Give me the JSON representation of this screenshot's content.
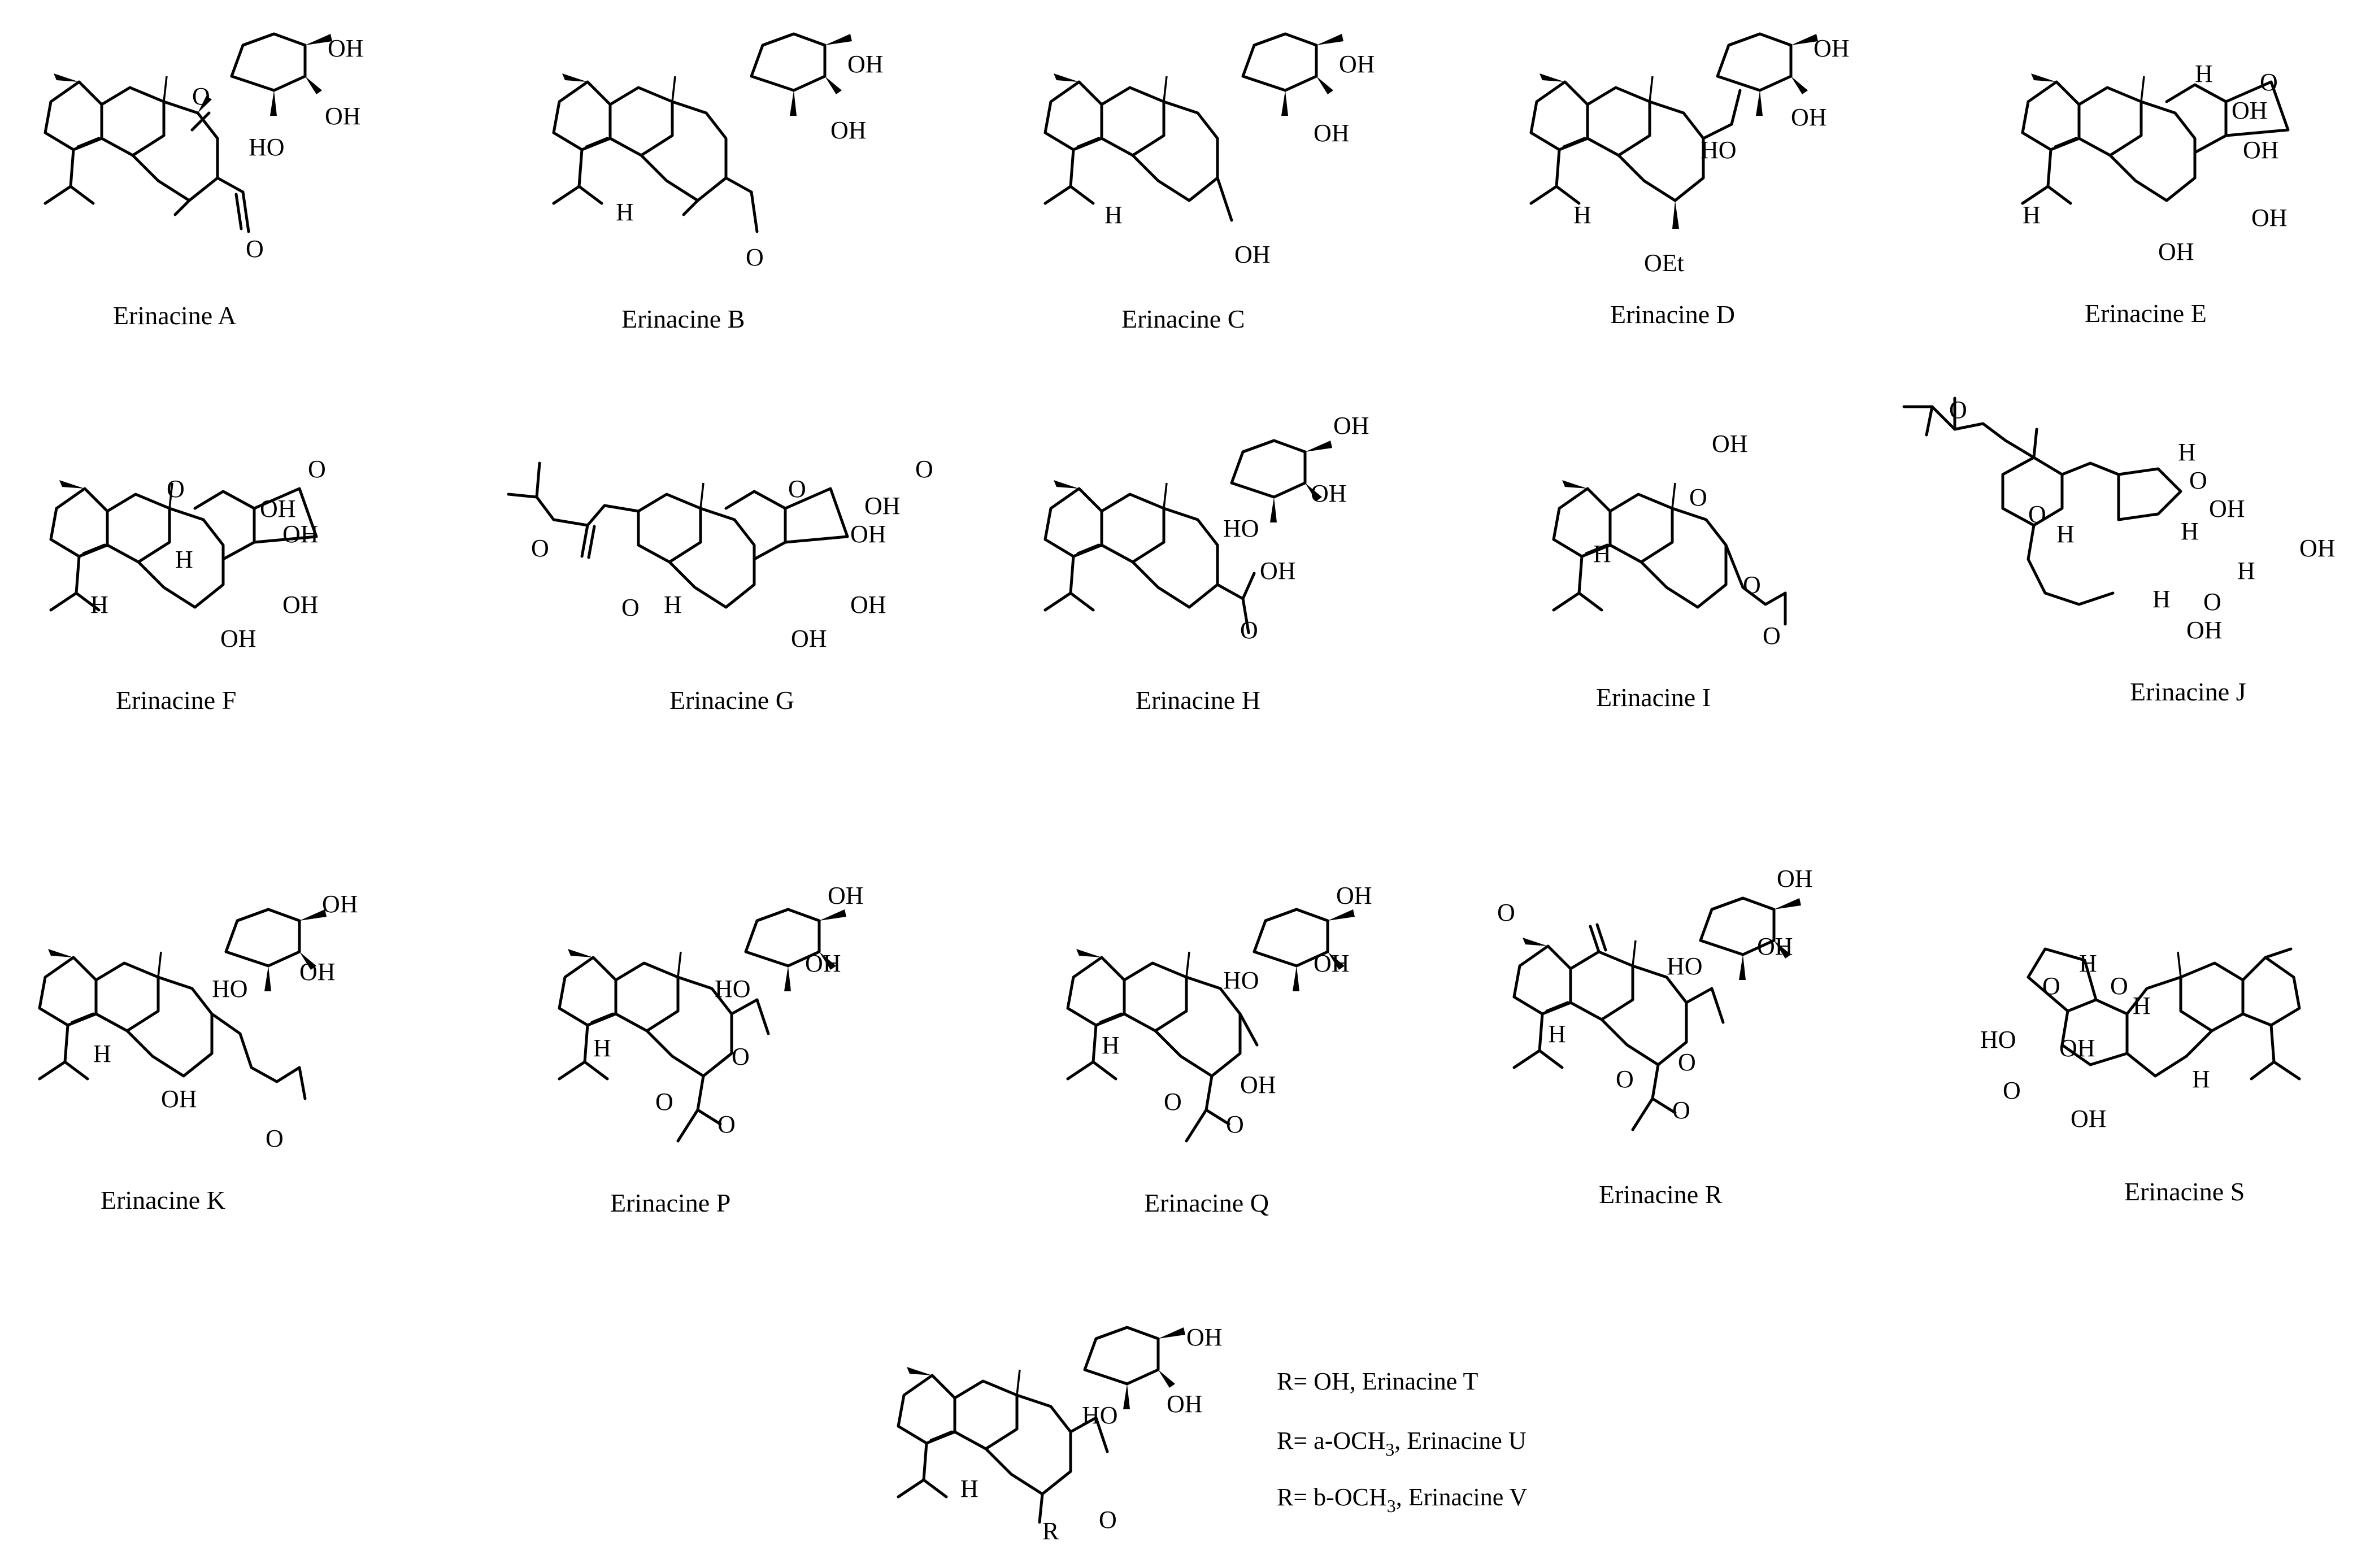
{
  "compounds": [
    {
      "caption": "Erinacine A",
      "ring": "aldehyde-diene",
      "sugar": "xylose"
    },
    {
      "caption": "Erinacine B",
      "ring": "aldehyde",
      "sugar": "xylose-fused"
    },
    {
      "caption": "Erinacine C",
      "ring": "hydroxymethyl",
      "sugar": "xylose-fused"
    },
    {
      "caption": "Erinacine D",
      "ring": "aldehyde-OEt",
      "sugar": "xylose"
    },
    {
      "caption": "Erinacine E",
      "ring": "cage",
      "sugar": "cage"
    },
    {
      "caption": "Erinacine F",
      "ring": "cage",
      "sugar": "cage"
    },
    {
      "caption": "Erinacine G",
      "ring": "cage-sidechain",
      "sugar": "cage"
    },
    {
      "caption": "Erinacine H",
      "ring": "acid",
      "sugar": "xylose"
    },
    {
      "caption": "Erinacine I",
      "ring": "ether-bridge-acetate",
      "sugar": "none"
    },
    {
      "caption": "Erinacine J",
      "ring": "sidechain-cage",
      "sugar": "cage"
    },
    {
      "caption": "Erinacine K",
      "ring": "acetoxymethyl-OH",
      "sugar": "xylose"
    },
    {
      "caption": "Erinacine P",
      "ring": "aldehyde-acetate",
      "sugar": "xylose"
    },
    {
      "caption": "Erinacine Q",
      "ring": "hydroxymethyl-acetate",
      "sugar": "xylose"
    },
    {
      "caption": "Erinacine R",
      "ring": "keto-aldehyde-acetate",
      "sugar": "xylose"
    },
    {
      "caption": "Erinacine S",
      "ring": "reversed-cage",
      "sugar": "none"
    },
    {
      "caption": "",
      "ring": "aldehyde-R",
      "sugar": "xylose"
    }
  ],
  "labels": {
    "oh": "OH",
    "ho": "HO",
    "o": "O",
    "h": "H",
    "oet": "OEt",
    "r": "R"
  },
  "tuv_legend": {
    "line1": "R= OH, Erinacine T",
    "line2_prefix": "R= a-OCH",
    "line2_sub": "3",
    "line2_suffix": ", Erinacine U",
    "line3_prefix": "R= b-OCH",
    "line3_sub": "3",
    "line3_suffix": ", Erinacine V"
  }
}
